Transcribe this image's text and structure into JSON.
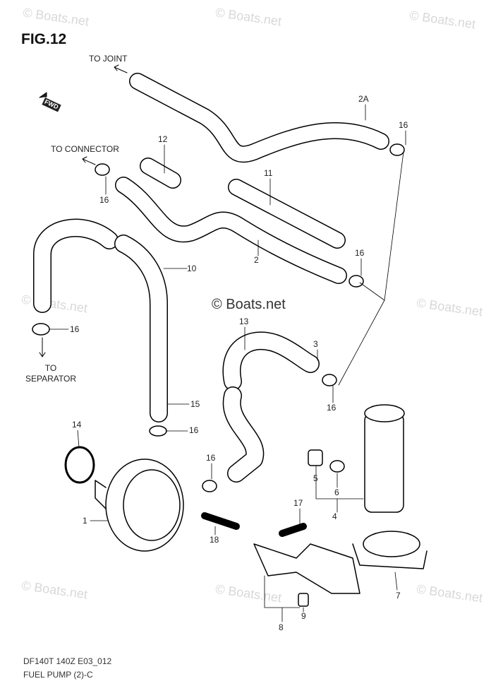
{
  "figure_title": "FIG.12",
  "watermark": "© Boats.net",
  "direction_labels": {
    "to_joint": "TO JOINT",
    "to_connector": "TO CONNECTOR",
    "to_separator": "TO\nSEPARATOR",
    "fwd": "FWD"
  },
  "callouts": [
    "2A",
    "16",
    "12",
    "11",
    "16",
    "2",
    "16",
    "10",
    "16",
    "13",
    "3",
    "16",
    "15",
    "14",
    "16",
    "16",
    "5",
    "6",
    "4",
    "1",
    "17",
    "18",
    "7",
    "9",
    "8"
  ],
  "footer": {
    "code": "DF140T 140Z E03_012",
    "title": "FUEL PUMP (2)-C"
  }
}
